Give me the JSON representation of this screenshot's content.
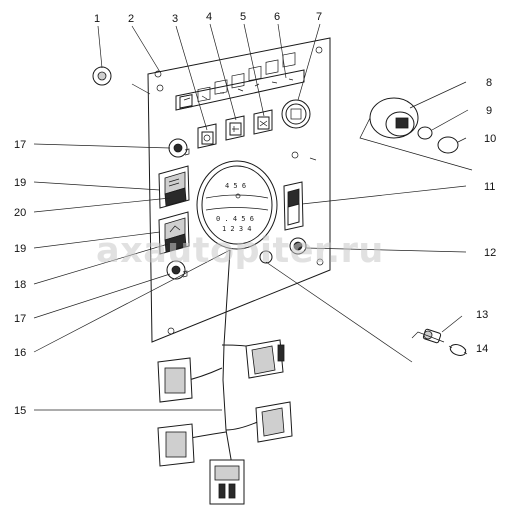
{
  "callouts": {
    "c1": "1",
    "c2": "2",
    "c3": "3",
    "c4": "4",
    "c5": "5",
    "c6": "6",
    "c7": "7",
    "c8": "8",
    "c9": "9",
    "c10": "10",
    "c11": "11",
    "c12": "12",
    "c13": "13",
    "c14": "14",
    "c15": "15",
    "c16": "16",
    "c17a": "17",
    "c17b": "17",
    "c18": "18",
    "c19a": "19",
    "c19b": "19",
    "c20": "20"
  },
  "gauge": {
    "upper_digits": "4 5 6",
    "lower_digits": "0 . 4 5 6",
    "lower_sub": "1 2 3 4"
  },
  "watermark": {
    "text": "axautopiter.ru"
  }
}
